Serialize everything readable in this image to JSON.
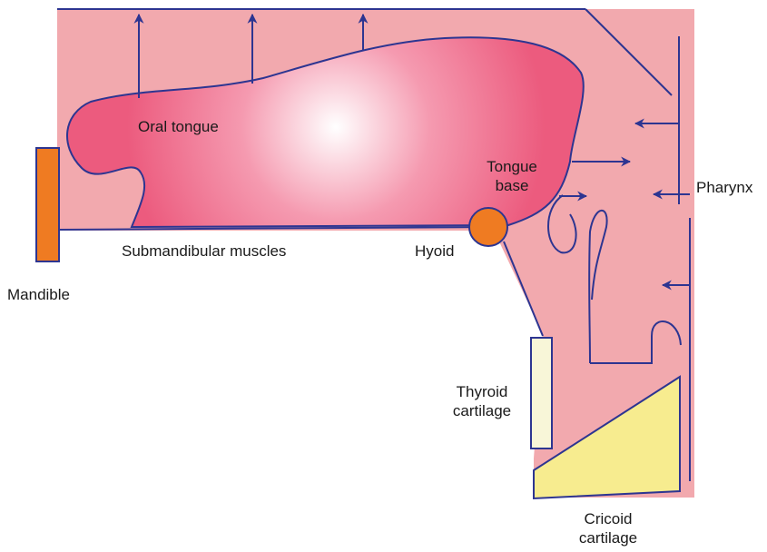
{
  "labels": {
    "oral_tongue": "Oral tongue",
    "tongue_base_line1": "Tongue",
    "tongue_base_line2": "base",
    "pharynx": "Pharynx",
    "submandibular": "Submandibular muscles",
    "hyoid": "Hyoid",
    "mandible": "Mandible",
    "thyroid_line1": "Thyroid",
    "thyroid_line2": "cartilage",
    "cricoid_line1": "Cricoid",
    "cricoid_line2": "cartilage"
  },
  "colors": {
    "background_tissue": "#f2a9ae",
    "tongue": "#ec5b7e",
    "outline_arrows": "#2d3591",
    "mandible": "#ef7b22",
    "hyoid": "#ef7b22",
    "thyroid_cartilage": "#f8f6d8",
    "cricoid_cartilage": "#f7ec8f"
  }
}
